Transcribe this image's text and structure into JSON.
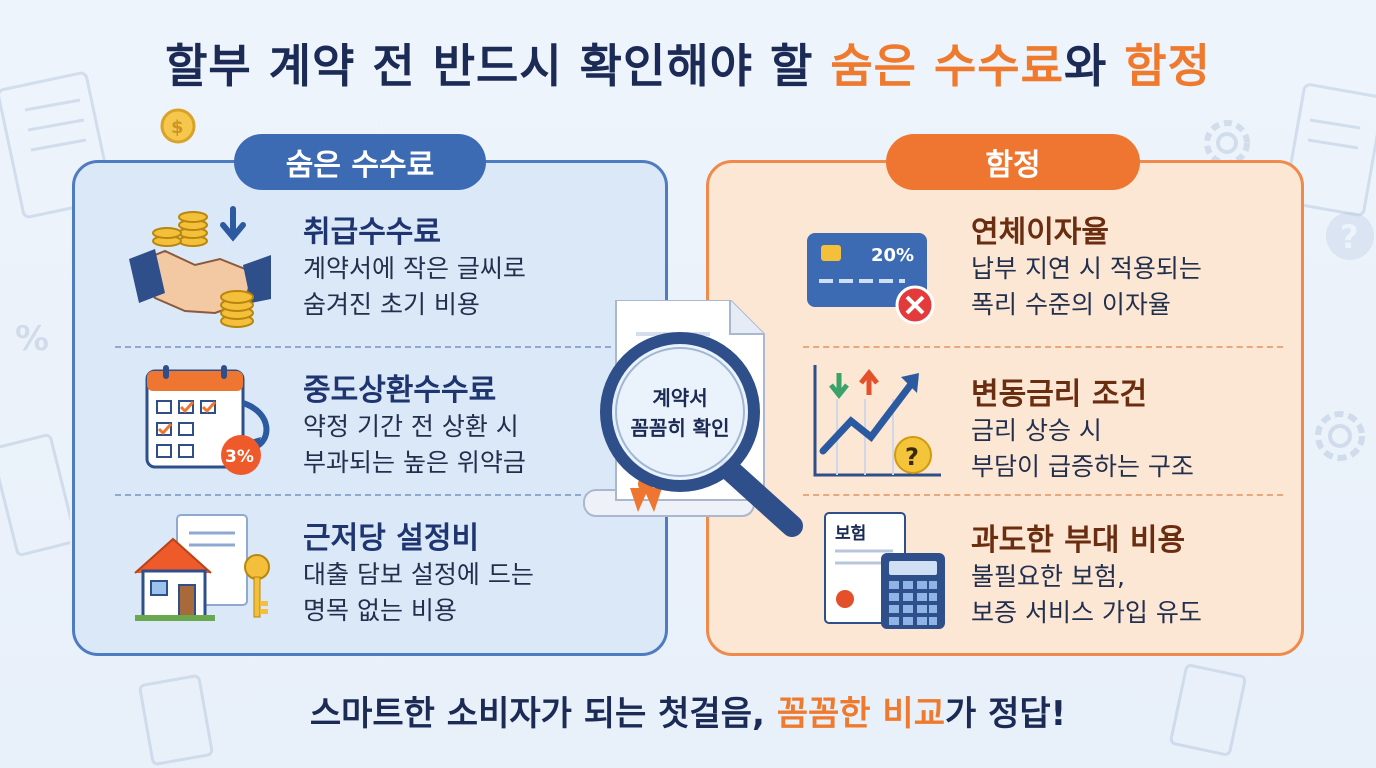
{
  "title": {
    "part1": "할부 계약 전 반드시 확인해야 할 ",
    "highlight1": "숨은 수수료",
    "part2": "와 ",
    "highlight2": "함정"
  },
  "left_panel": {
    "tab_label": "숨은 수수료",
    "items": [
      {
        "title": "취급수수료",
        "desc1": "계약서에 작은 글씨로",
        "desc2": "숨겨진 초기 비용",
        "icon": "handshake-coins-icon"
      },
      {
        "title": "중도상환수수료",
        "desc1": "약정 기간 전 상환 시",
        "desc2": "부과되는 높은 위약금",
        "icon": "calendar-penalty-icon"
      },
      {
        "title": "근저당 설정비",
        "desc1": "대출 담보 설정에 드는",
        "desc2": "명목 없는 비용",
        "icon": "house-key-icon"
      }
    ],
    "penalty_badge": "3%"
  },
  "right_panel": {
    "tab_label": "함정",
    "items": [
      {
        "title": "연체이자율",
        "desc1": "납부 지연 시 적용되는",
        "desc2": "폭리 수준의 이자율",
        "icon": "credit-card-icon"
      },
      {
        "title": "변동금리 조건",
        "desc1": "금리 상승 시",
        "desc2": "부담이 급증하는 구조",
        "icon": "rising-chart-icon"
      },
      {
        "title": "과도한 부대 비용",
        "desc1": "불필요한 보험,",
        "desc2": "보증 서비스 가입 유도",
        "icon": "insurance-calculator-icon"
      }
    ],
    "card_rate": "20%",
    "insurance_doc_label": "보험"
  },
  "center": {
    "magnifier_line1": "계약서",
    "magnifier_line2": "꼼꼼히 확인"
  },
  "footer": {
    "part1": "스마트한 소비자가 되는 첫걸음, ",
    "highlight": "꼼꼼한 비교",
    "part2": "가 정답!"
  },
  "colors": {
    "navy": "#1b2b55",
    "orange": "#ef7a2e",
    "blue_panel": "#dbe8f8",
    "orange_panel": "#fce6d4"
  }
}
